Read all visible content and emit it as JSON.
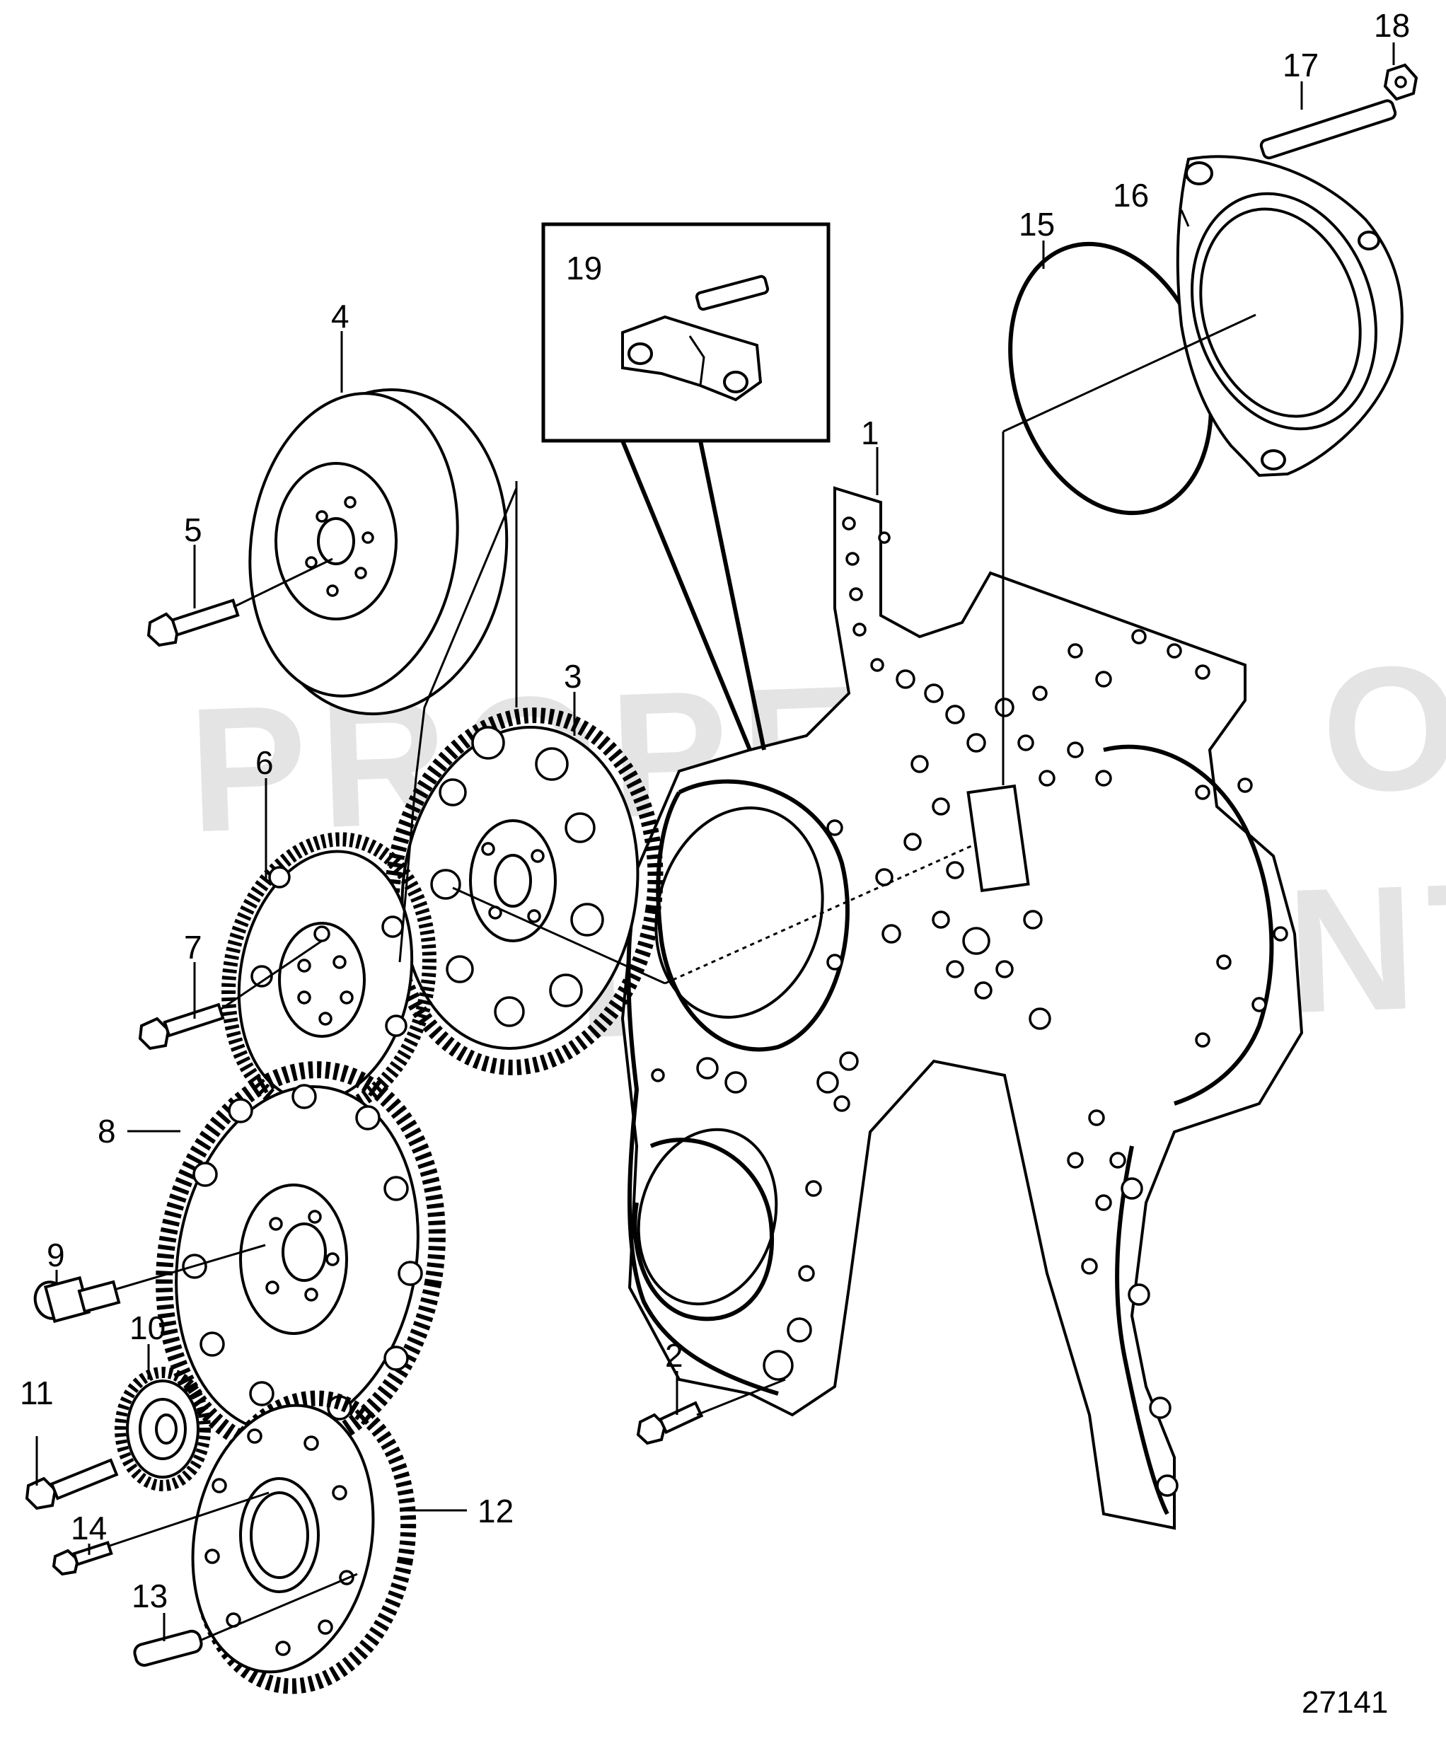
{
  "watermark": {
    "line1": "PROPERTY OF",
    "line2": "VOLVO PENTA"
  },
  "figure_id": "27141",
  "callouts": [
    {
      "id": "1",
      "label": "1"
    },
    {
      "id": "2",
      "label": "2"
    },
    {
      "id": "3",
      "label": "3"
    },
    {
      "id": "4",
      "label": "4"
    },
    {
      "id": "5",
      "label": "5"
    },
    {
      "id": "6",
      "label": "6"
    },
    {
      "id": "7",
      "label": "7"
    },
    {
      "id": "8",
      "label": "8"
    },
    {
      "id": "9",
      "label": "9"
    },
    {
      "id": "10",
      "label": "10"
    },
    {
      "id": "11",
      "label": "11"
    },
    {
      "id": "12",
      "label": "12"
    },
    {
      "id": "13",
      "label": "13"
    },
    {
      "id": "14",
      "label": "14"
    },
    {
      "id": "15",
      "label": "15"
    },
    {
      "id": "16",
      "label": "16"
    },
    {
      "id": "17",
      "label": "17"
    },
    {
      "id": "18",
      "label": "18"
    },
    {
      "id": "19",
      "label": "19"
    }
  ]
}
